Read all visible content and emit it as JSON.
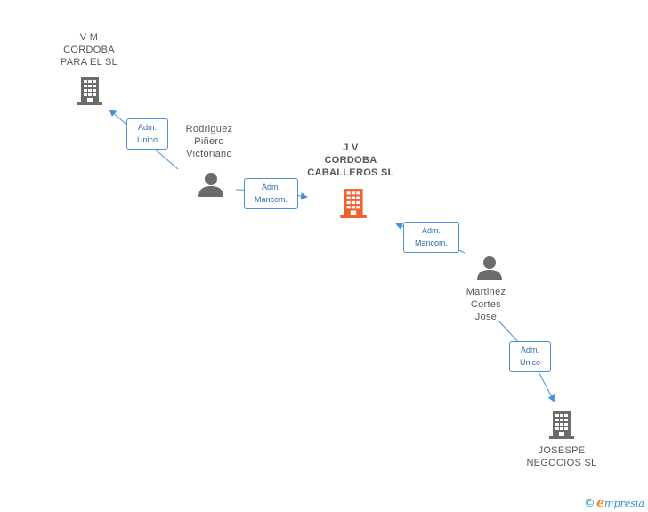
{
  "nodes": {
    "vm_cordoba": {
      "lines": [
        "V M",
        "CORDOBA",
        "PARA EL  SL"
      ]
    },
    "jv_cordoba": {
      "lines": [
        "J V",
        "CORDOBA",
        "CABALLEROS SL"
      ]
    },
    "josespe": {
      "lines": [
        "JOSESPE",
        "NEGOCIOS  SL"
      ]
    },
    "rodriguez": {
      "lines": [
        "Rodriguez",
        "Piñero",
        "Victoriano"
      ]
    },
    "martinez": {
      "lines": [
        "Martinez",
        "Cortes",
        "Jose"
      ]
    }
  },
  "relations": {
    "rodriguez_vm": {
      "lines": [
        "Adm.",
        "Unico"
      ]
    },
    "rodriguez_jv": {
      "lines": [
        "Adm.",
        "Mancom."
      ]
    },
    "martinez_jv": {
      "lines": [
        "Adm.",
        "Mancom."
      ]
    },
    "martinez_josespe": {
      "lines": [
        "Adm.",
        "Unico"
      ]
    }
  },
  "footer": {
    "copyright": "©",
    "brand_e": "e",
    "brand_rest": "mpresia"
  },
  "colors": {
    "company": "#6b6b6b",
    "main_company": "#f0612f",
    "person": "#6b6b6b",
    "link": "#4a90d9"
  },
  "icons": {
    "company": "building-icon",
    "person": "person-icon"
  }
}
